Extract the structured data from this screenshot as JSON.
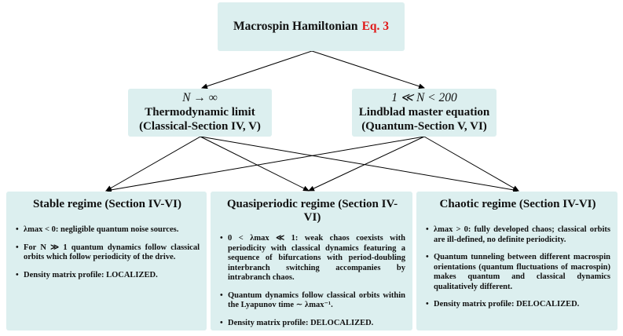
{
  "top": {
    "title": "Macrospin Hamiltonian",
    "ref": "Eq. 3",
    "ref_color": "#e01818"
  },
  "left_branch": {
    "math": "N → ∞",
    "title": "Thermodynamic limit",
    "subtitle": "(Classical-Section IV, V)"
  },
  "right_branch": {
    "math": "1 ≪ N < 200",
    "title": "Lindblad master equation",
    "subtitle": "(Quantum-Section V, VI)"
  },
  "stable": {
    "title": "Stable regime (Section IV-VI)",
    "items": [
      "λmax < 0: negligible quantum noise sources.",
      "For N ≫ 1 quantum dynamics follow classical orbits which follow periodicity of the drive.",
      "Density matrix profile: LOCALIZED."
    ]
  },
  "quasi": {
    "title": "Quasiperiodic regime (Section IV-VI)",
    "items": [
      "0 < λmax ≪ 1: weak chaos coexists with periodicity with classical dynamics featuring a sequence of bifurcations with period-doubling interbranch switching accompanies by intrabranch chaos.",
      "Quantum dynamics follow classical orbits within the Lyapunov time ∼ λmax⁻¹.",
      "Density matrix profile: DELOCALIZED."
    ]
  },
  "chaotic": {
    "title": "Chaotic regime (Section IV-VI)",
    "items": [
      "λmax > 0: fully developed chaos; classical orbits are ill-defined, no definite periodicity.",
      "Quantum tunneling between different macrospin orientations (quantum fluctuations of macrospin) makes quantum and classical dynamics qualitatively different.",
      "Density matrix profile: DELOCALIZED."
    ]
  },
  "colors": {
    "box_fill": "#dcefef",
    "arrow": "#000000",
    "ref": "#e01818"
  }
}
